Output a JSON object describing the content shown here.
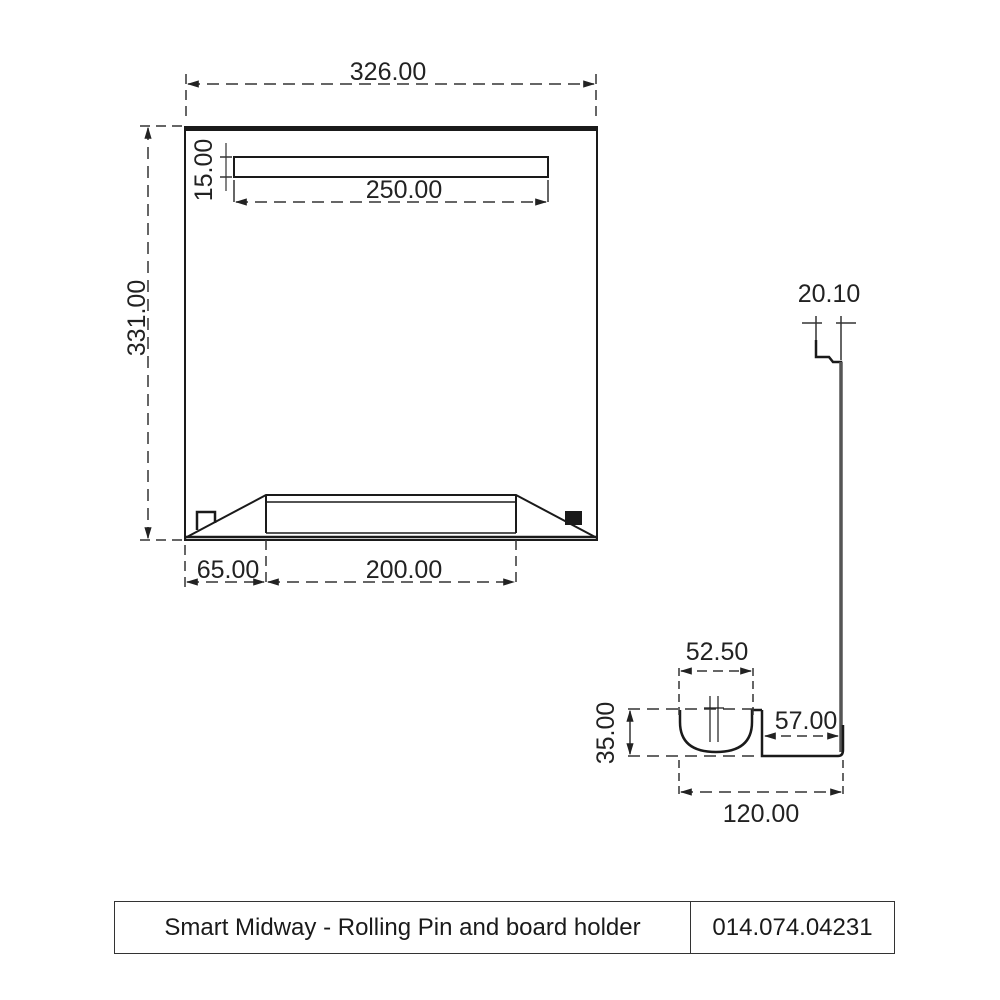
{
  "drawing": {
    "front_view": {
      "overall_width": "326.00",
      "overall_height": "331.00",
      "slot_height": "15.00",
      "slot_width": "250.00",
      "left_offset": "65.00",
      "tray_width": "200.00"
    },
    "side_view": {
      "hook_width": "20.10",
      "cup_width": "52.50",
      "cup_height": "35.00",
      "shelf_depth": "57.00",
      "overall_depth": "120.00"
    }
  },
  "title_block": {
    "product_name": "Smart Midway - Rolling Pin and board holder",
    "part_number": "014.074.04231"
  },
  "colors": {
    "line": "#1a1a1a",
    "dimension": "#333333",
    "background": "#ffffff"
  }
}
